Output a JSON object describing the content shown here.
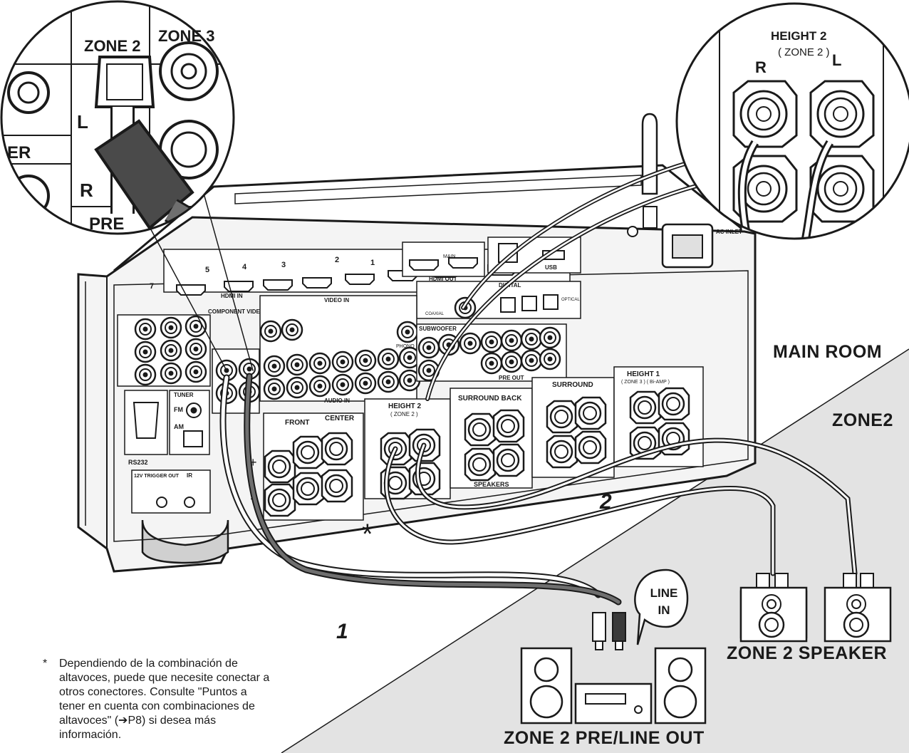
{
  "labels": {
    "main_room": "MAIN ROOM",
    "zone2": "ZONE2",
    "zone2_speaker": "ZONE 2 SPEAKER",
    "zone2_pre_line_out": "ZONE 2 PRE/LINE OUT",
    "line_in": [
      "LINE",
      "IN"
    ],
    "step_1": "1",
    "step_2": "2",
    "asterisk": "*"
  },
  "zoom_left": {
    "zone2": "ZONE 2",
    "zone3": "ZONE 3",
    "l": "L",
    "r": "R",
    "er": "ER",
    "pre": "PRE"
  },
  "zoom_right": {
    "height2": "HEIGHT 2",
    "zone2": "( ZONE 2 )",
    "r": "R",
    "l": "L"
  },
  "panel": {
    "hdmi_in": "HDMI IN",
    "hdmi_out": "HDMI OUT",
    "video_in": "VIDEO IN",
    "audio_in": "AUDIO IN",
    "component_video": "COMPONENT VIDEO",
    "tuner": "TUNER",
    "rs232": "RS232",
    "trigger": "12V TRIGGER OUT",
    "ir": "IR",
    "front": "FRONT",
    "center": "CENTER",
    "height2": "HEIGHT 2",
    "height2_zone": "( ZONE 2 )",
    "surround_back": "SURROUND BACK",
    "surround": "SURROUND",
    "height1": "HEIGHT 1",
    "height1_zone": "( ZONE 3 ) ( Bi-AMP )",
    "speakers": "SPEAKERS",
    "subwoofer": "SUBWOOFER",
    "pre_out": "PRE OUT",
    "digital": "DIGITAL",
    "usb": "USB",
    "ac_inlet": "AC INLET",
    "coaxial": "COAXIAL",
    "optical": "OPTICAL",
    "phono": "PHONO",
    "fm": "FM",
    "am": "AM",
    "main": "MAIN"
  },
  "note": {
    "symbol": "*",
    "text": "Dependiendo de la combinación de altavoces, puede que necesite conectar a otros conectores. Consulte \"Puntos a tener en cuenta con combinaciones de altavoces\" (➔P8) si desea más información."
  },
  "colors": {
    "zone_bg": "#e3e3e3",
    "stroke": "#1a1a1a",
    "panel": "#f4f4f4",
    "cable_grey": "#6f6f6f"
  }
}
